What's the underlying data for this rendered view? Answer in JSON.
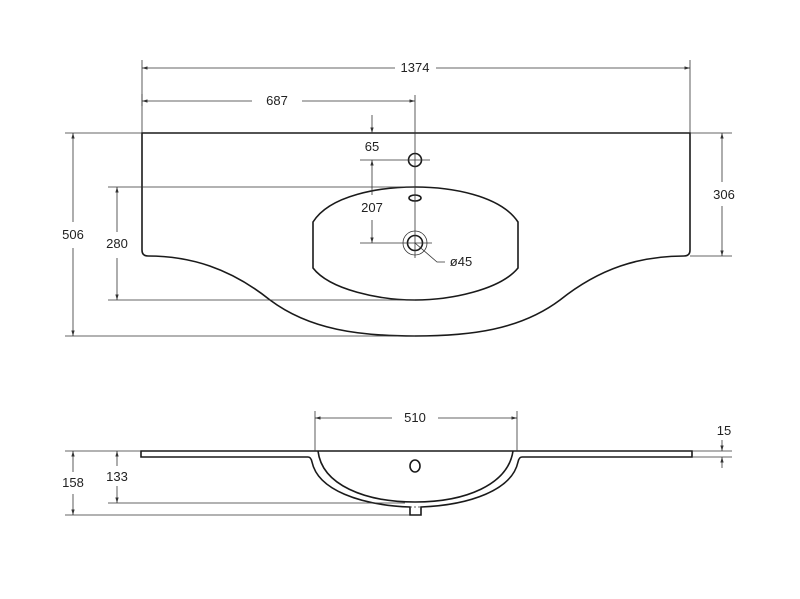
{
  "top_view": {
    "dimensions": {
      "overall_width": "1374",
      "half_width": "687",
      "tap_offset": "65",
      "tap_to_drain": "207",
      "drain_diameter": "ø45",
      "overall_depth": "506",
      "bowl_depth": "280",
      "side_depth": "306"
    }
  },
  "side_view": {
    "dimensions": {
      "bowl_width": "510",
      "slab_thickness": "15",
      "total_height": "158",
      "bowl_height": "133"
    }
  },
  "colors": {
    "line": "#1a1a1a",
    "background": "#ffffff"
  }
}
